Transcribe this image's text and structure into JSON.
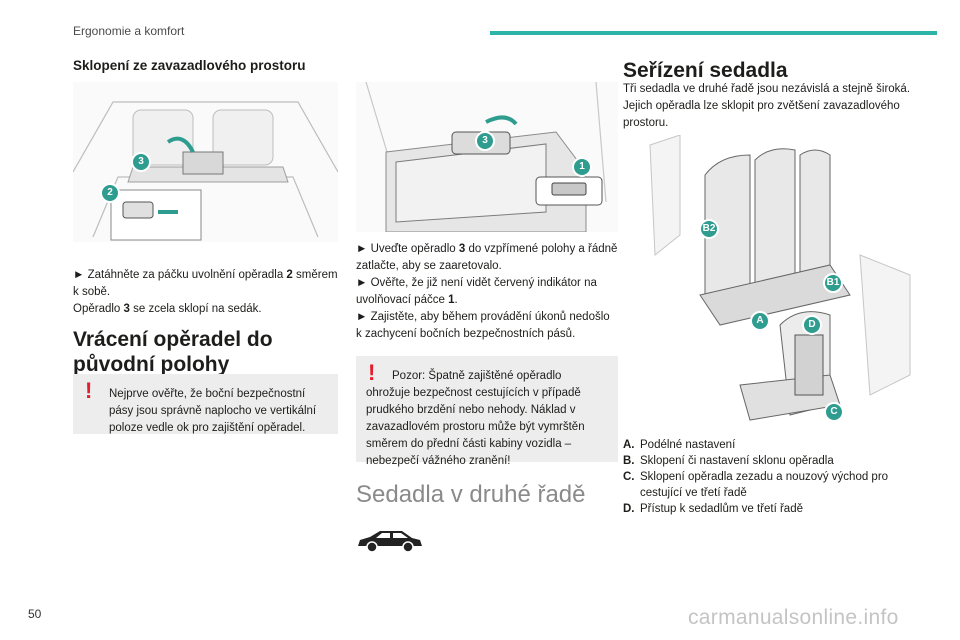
{
  "header": {
    "section_title": "Ergonomie a komfort",
    "accent_color": "#2db3a8"
  },
  "col1": {
    "subheading": "Sklopení ze zavazadlového prostoru",
    "figure_labels": [
      "3",
      "2"
    ],
    "step1_a": "► Zatáhněte za páčku uvolnění opěradla ",
    "step1_b": "2",
    "step1_c": " směrem k sobě.",
    "step2_a": "Opěradlo ",
    "step2_b": "3",
    "step2_c": " se zcela sklopí na sedák.",
    "heading": "Vrácení opěradel do původní polohy",
    "warning": "Nejprve ověřte, že boční bezpečnostní pásy jsou správně naplocho ve vertikální poloze vedle ok pro zajištění opěradel."
  },
  "col2": {
    "figure_labels": [
      "3",
      "1"
    ],
    "b1_a": "► Uveďte opěradlo ",
    "b1_b": "3",
    "b1_c": " do vzpřímené polohy a řádně zatlačte, aby se zaaretovalo.",
    "b2_a": "► Ověřte, že již není vidět červený indikátor na uvolňovací páčce ",
    "b2_b": "1",
    "b2_c": ".",
    "b3": "► Zajistěte, aby během provádění úkonů nedošlo k zachycení bočních bezpečnostních pásů.",
    "warning": "Pozor: Špatně zajištěné opěradlo ohrožuje bezpečnost cestujících v případě prudkého brzdění nebo nehody. Náklad v zavazadlovém prostoru může být vymrštěn směrem do přední části kabiny vozidla – nebezpečí vážného zranění!",
    "section_heading": "Sedadla v druhé řadě"
  },
  "col3": {
    "heading": "Seřízení sedadla",
    "intro": "Tři sedadla ve druhé řadě jsou nezávislá a stejně široká. Jejich opěradla lze sklopit pro zvětšení zavazadlového prostoru.",
    "figure_labels": [
      "B2",
      "B1",
      "A",
      "D",
      "C"
    ],
    "legend": [
      {
        "key": "A.",
        "text": "Podélné nastavení"
      },
      {
        "key": "B.",
        "text": "Sklopení či nastavení sklonu opěradla"
      },
      {
        "key": "C.",
        "text": "Sklopení opěradla zezadu a nouzový východ pro cestující ve třetí řadě"
      },
      {
        "key": "D.",
        "text": "Přístup k sedadlům ve třetí řadě"
      }
    ]
  },
  "footer": {
    "page_number": "50",
    "watermark": "carmanualsonline.info"
  }
}
